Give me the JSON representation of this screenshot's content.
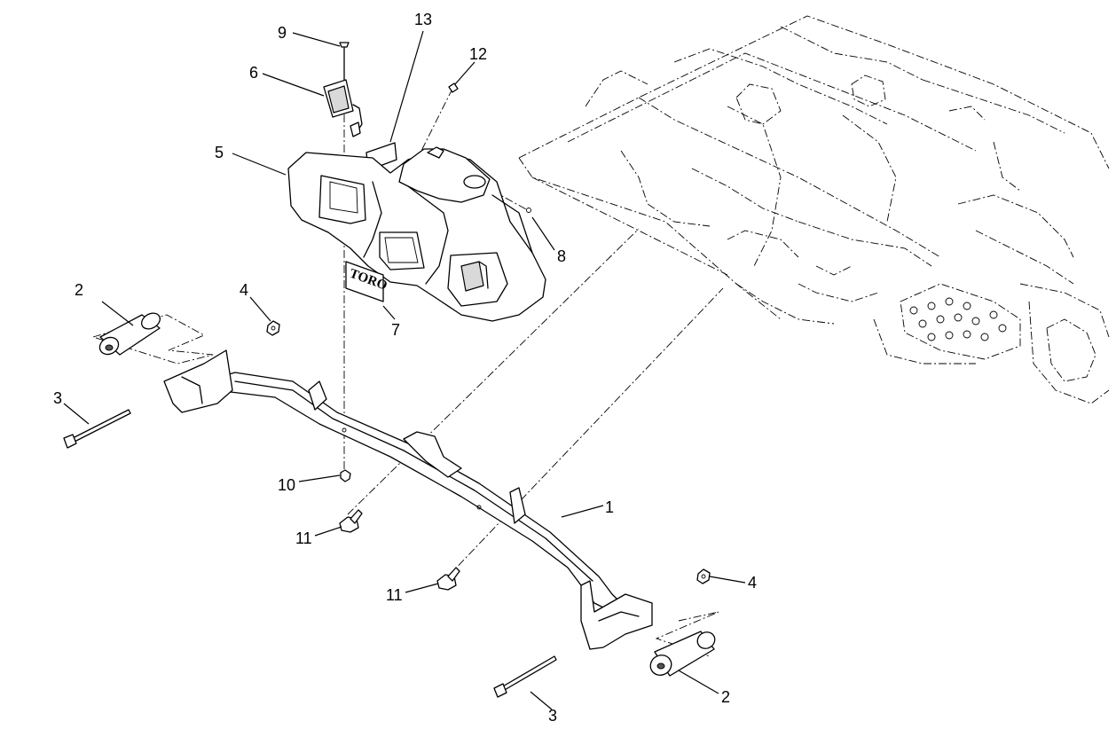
{
  "callouts": [
    {
      "id": "c1",
      "label": "1"
    },
    {
      "id": "c2a",
      "label": "2"
    },
    {
      "id": "c2b",
      "label": "2"
    },
    {
      "id": "c3a",
      "label": "3"
    },
    {
      "id": "c3b",
      "label": "3"
    },
    {
      "id": "c4a",
      "label": "4"
    },
    {
      "id": "c4b",
      "label": "4"
    },
    {
      "id": "c5",
      "label": "5"
    },
    {
      "id": "c6",
      "label": "6"
    },
    {
      "id": "c7",
      "label": "7"
    },
    {
      "id": "c8",
      "label": "8"
    },
    {
      "id": "c9",
      "label": "9"
    },
    {
      "id": "c10",
      "label": "10"
    },
    {
      "id": "c11a",
      "label": "11"
    },
    {
      "id": "c11b",
      "label": "11"
    },
    {
      "id": "c12",
      "label": "12"
    },
    {
      "id": "c13",
      "label": "13"
    }
  ],
  "brand_decal": "TORO"
}
